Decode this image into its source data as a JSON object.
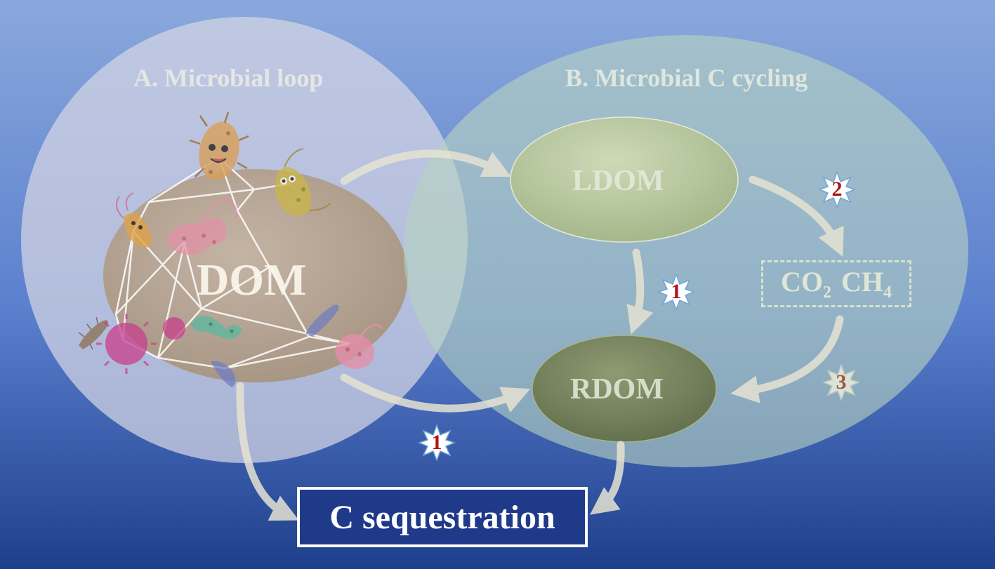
{
  "circles": {
    "a_title": "A. Microbial loop",
    "b_title": "B. Microbial C cycling"
  },
  "nodes": {
    "dom": "DOM",
    "ldom": "LDOM",
    "rdom": "RDOM",
    "gases": {
      "co2": "CO",
      "co2_sub": "2",
      "ch4": "CH",
      "ch4_sub": "4"
    },
    "sequestration": "C sequestration"
  },
  "badges": {
    "b1a": "1",
    "b2": "2",
    "b3": "3",
    "b1b": "1"
  },
  "microbe_icons": [
    "orange-bacterium-icon",
    "yellow-bacterium-icon",
    "small-orange-bacterium-icon",
    "pink-bacterium-icon",
    "brown-rod-bacterium-icon",
    "magenta-spiky-bacterium-icon",
    "green-worm-bacterium-icon",
    "blue-rod-bacterium-icon",
    "pink-curly-bacterium-icon"
  ],
  "colors": {
    "bg_top": "#8aa8dc",
    "bg_bottom": "#1e3f8c",
    "circle_a": "#d6d6e3",
    "circle_b": "#b4cfc0",
    "dom_fill": "#b9a591",
    "ldom_fill": "#c2d0a5",
    "rdom_fill": "#7d8a5f",
    "arrow": "#e7e4d6",
    "badge_red": "#b01418"
  }
}
